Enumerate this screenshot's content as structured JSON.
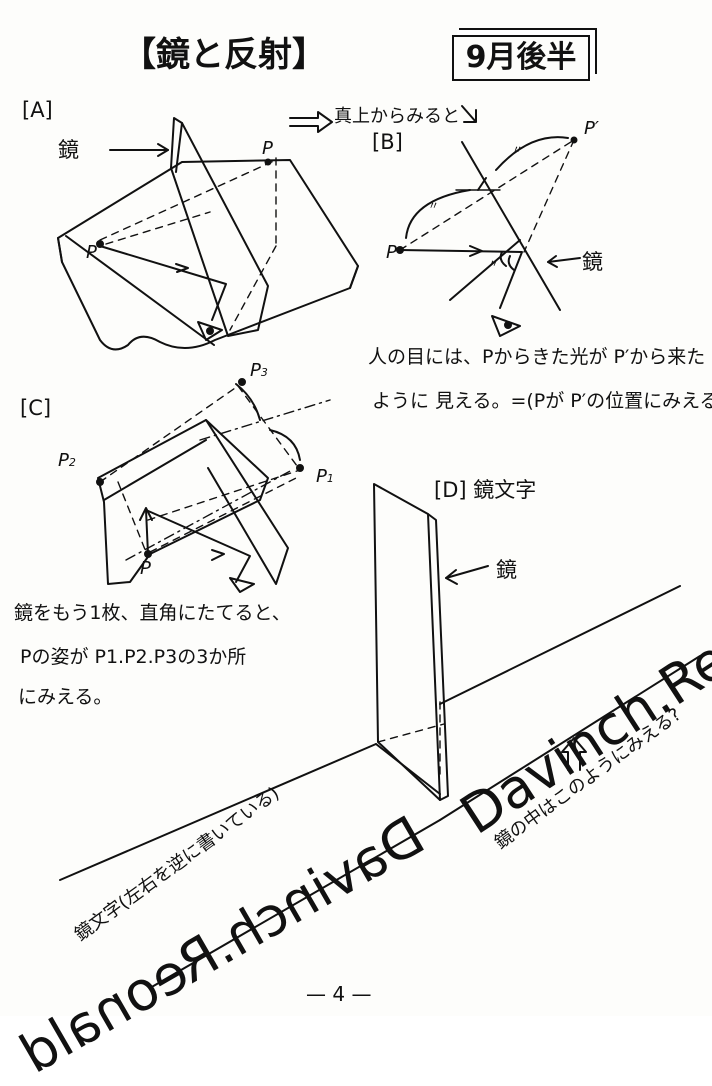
{
  "page_title": "【鏡と反射】",
  "period_badge": "9月後半",
  "section_a": {
    "label": "[A]",
    "mirror_label": "鏡",
    "point_p": "P",
    "point_p_image": "P"
  },
  "top_caption": "真上からみると",
  "section_b": {
    "label": "[B]",
    "point_p": "P",
    "point_p_image": "P′",
    "mirror_label": "鏡",
    "equal_mark_1": "〃",
    "equal_mark_2": "〃",
    "equal_mark_3": "〃"
  },
  "explanation_b": {
    "line1": "人の目には、Pからきた光が P′から来た",
    "line2": "ように 見える。=(Pが P′の位置にみえる)"
  },
  "section_c": {
    "label": "[C]",
    "point_p": "P",
    "point_p1": "P",
    "p1_sub": "1",
    "point_p2": "P",
    "p2_sub": "2",
    "point_p3": "P",
    "p3_sub": "3"
  },
  "explanation_c": {
    "line1": "鏡をもう1枚、直角にたてると、",
    "line2": "Pの姿が P1.P2.P3の3か所",
    "line3": "にみえる。"
  },
  "section_d": {
    "label": "[D] 鏡文字",
    "mirror_label": "鏡",
    "real_text": "Davinch.Reonald",
    "reflected_text": "Davinch.Reonald",
    "side_caption": "鏡文字(左右を逆に書いている)",
    "mirror_caption": "鏡の中はこのようにみえる?"
  },
  "page_number": "— 4 —"
}
